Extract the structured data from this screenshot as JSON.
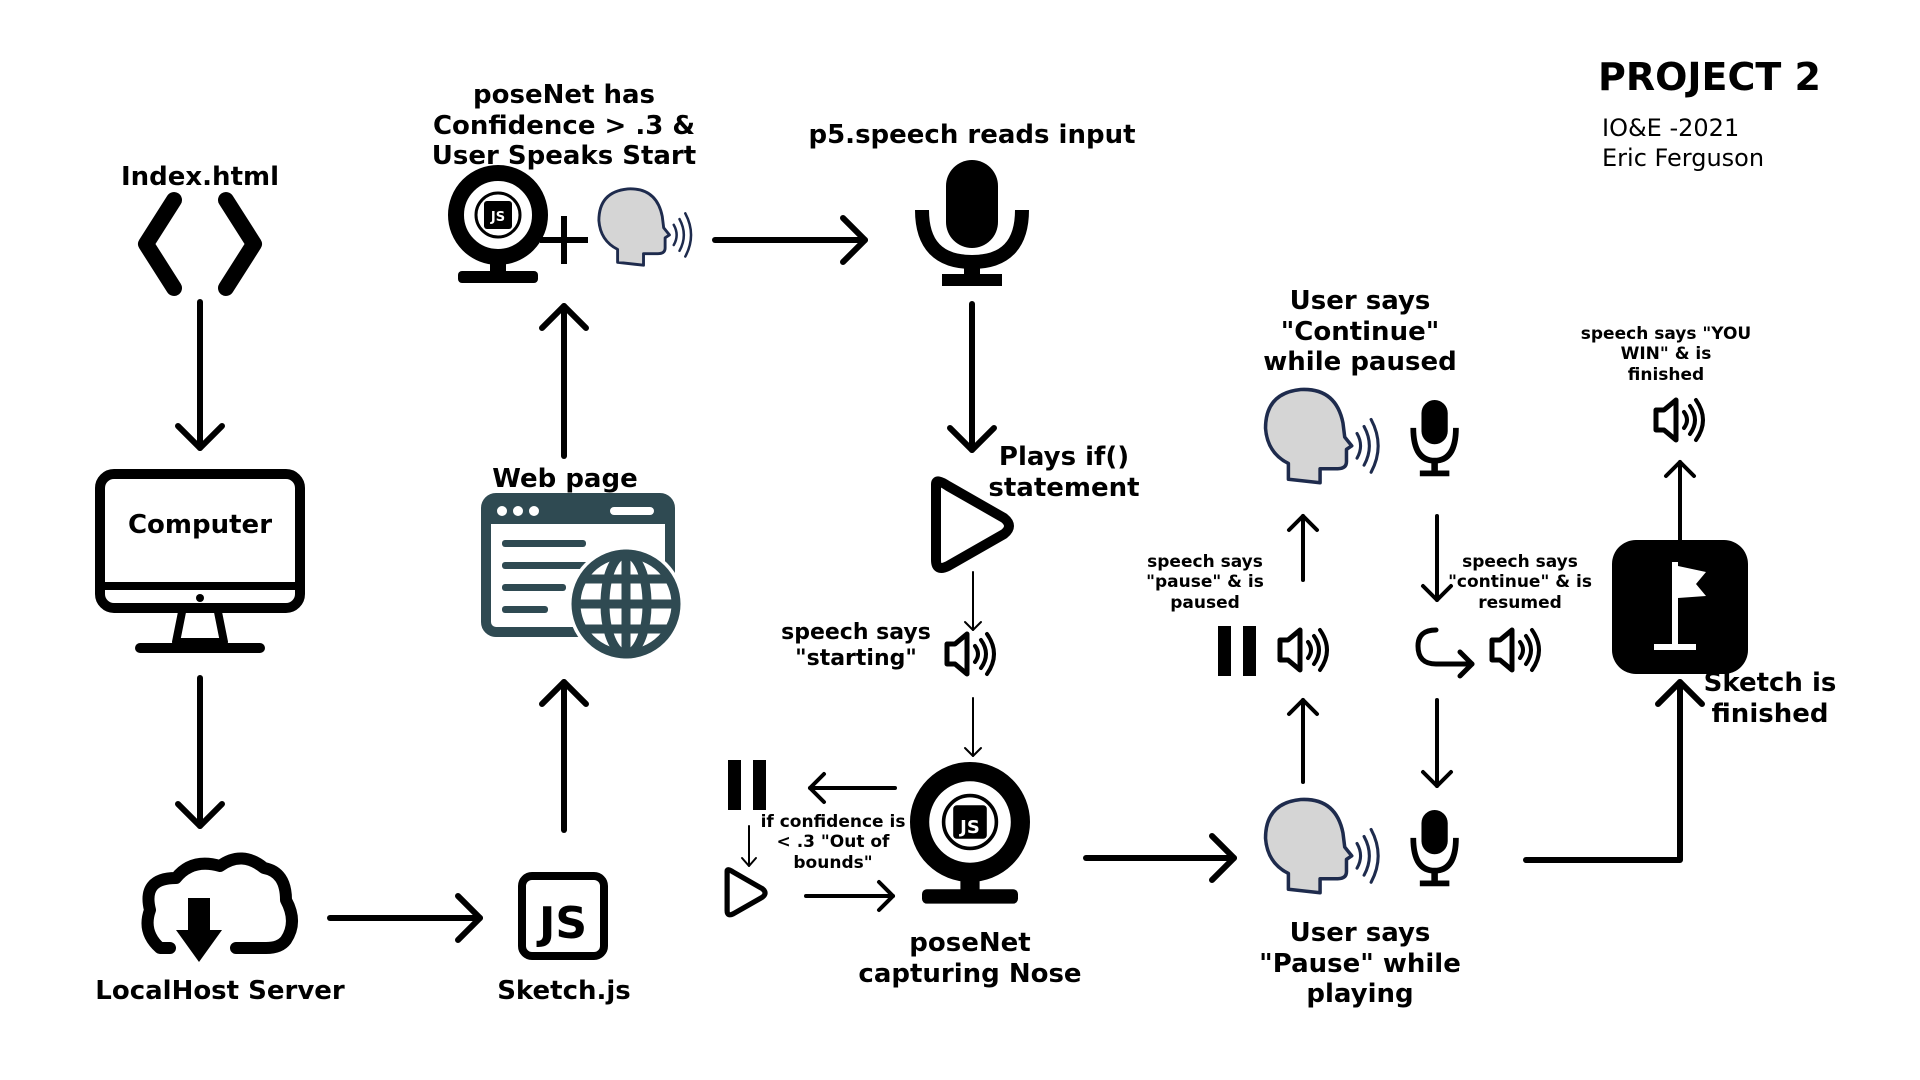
{
  "header": {
    "title": "PROJECT 2",
    "course": "IO&E -2021",
    "author": "Eric Ferguson"
  },
  "nodes": {
    "index_html": "Index.html",
    "computer": "Computer",
    "localhost": "LocalHost Server",
    "sketch_js": "Sketch.js",
    "web_page": "Web page",
    "posenet_start": "poseNet has\nConfidence > .3 &\nUser Speaks Start",
    "p5_speech": "p5.speech reads input",
    "plays_if": "Plays if()\nstatement",
    "speech_starting": "speech says\n\"starting\"",
    "posenet_nose": "poseNet\ncapturing Nose",
    "out_of_bounds": "if confidence is\n< .3 \"Out of\nbounds\"",
    "user_pause": "User says\n\"Pause\" while\nplaying",
    "user_continue": "User says\n\"Continue\"\nwhile paused",
    "speech_paused": "speech says\n\"pause\" & is\npaused",
    "speech_continue": "speech says\n\"continue\" & is\nresumed",
    "speech_win": "speech says \"YOU\nWIN\" & is\nfinished",
    "sketch_finished": "Sketch is\nfinished"
  },
  "icons": {
    "js_badge": "JS",
    "colors": {
      "ink": "#000000",
      "head_fill": "#d5d5d5",
      "head_outline": "#1e2b4d",
      "web_page": "#2f4a52"
    }
  }
}
